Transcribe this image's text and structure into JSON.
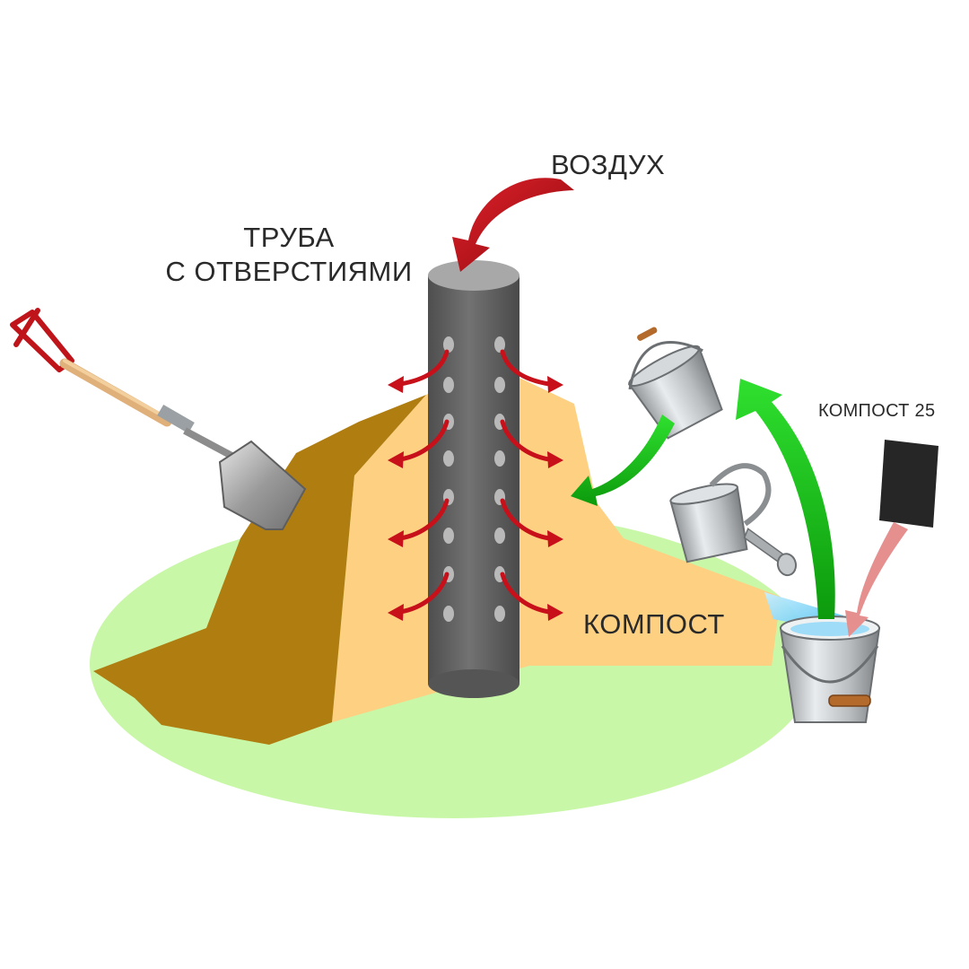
{
  "labels": {
    "air": "ВОЗДУХ",
    "pipe_line1": "ТРУБА",
    "pipe_line2": "С ОТВЕРСТИЯМИ",
    "compost": "КОМПОСТ",
    "compost_product": "КОМПОСТ 25"
  },
  "icons": {
    "shovel": "shovel-icon",
    "bucket_hanging": "bucket-icon",
    "watering_can": "watering-can-icon",
    "bucket_ground": "bucket-icon",
    "product_package": "package-icon"
  },
  "colors": {
    "ground": "#c9f7a8",
    "compost_dark": "#b07d10",
    "compost_light": "#fdd082",
    "pipe": "#6b6b6b",
    "pipe_top": "#a8a8a8",
    "air_arrow": "#c8101a",
    "green_arrow": "#1fc21f",
    "pink_arrow": "#e58f8f",
    "water": "#7fd3f5"
  }
}
